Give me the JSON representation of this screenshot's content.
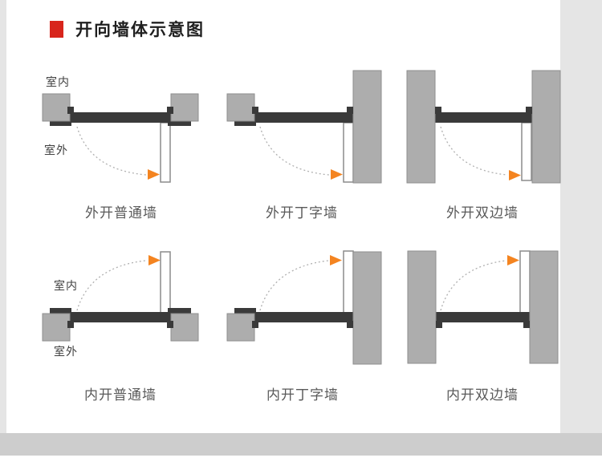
{
  "header": {
    "title": "开向墙体示意图"
  },
  "labels": {
    "indoor": "室内",
    "outdoor": "室外"
  },
  "diagrams": [
    {
      "caption": "外开普通墙"
    },
    {
      "caption": "外开丁字墙"
    },
    {
      "caption": "外开双边墙"
    },
    {
      "caption": "内开普通墙"
    },
    {
      "caption": "内开丁字墙"
    },
    {
      "caption": "内开双边墙"
    }
  ],
  "colors": {
    "accent-red": "#d8251c",
    "title-color": "#1f1f1f",
    "caption-gray": "#5a5a5a",
    "label-gray": "#404040",
    "wall-fill": "#adadad",
    "wall-stroke": "#8e8e8e",
    "frame-dark": "#3a3a3a",
    "leaf-stroke": "#8c8c8c",
    "arc-gray": "#b0b0b0",
    "arrow-orange": "#f48420",
    "page-bg": "#e5e5e5",
    "band-bg": "#cdcdcd",
    "card-bg": "#ffffff"
  }
}
